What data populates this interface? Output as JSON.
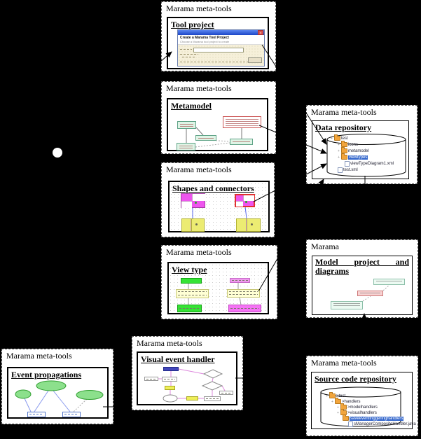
{
  "figure_background": "#000000",
  "colors": {
    "panel_bg": "#ffffff",
    "connector_line": "#000000",
    "selection_blue": "#3366cc",
    "entity_green_border": "#5fa387",
    "entity_red_border": "#cc5555",
    "shape_magenta": "#ee55ee",
    "shape_yellow": "#ecec72",
    "bar_green": "#35e335",
    "bar_magenta": "#f573f5",
    "ellipse_green": "#8ce08c",
    "flow_blue": "#4347bb",
    "flow_link_pink": "#dd88dd",
    "event_link_blue": "#8899ee",
    "dialog_titlebar": "#1c46c8",
    "folder_orange": "#f2a53c"
  },
  "icons": {
    "expander": "+",
    "close": "x"
  },
  "boxes": {
    "tool_project": {
      "app_label": "Marama meta-tools",
      "title": "Tool project",
      "dialog": {
        "heading": "Create a Marama Tool Project",
        "subheading": "Choose a Marama tool project to create"
      }
    },
    "metamodel": {
      "app_label": "Marama meta-tools",
      "title": "Metamodel"
    },
    "shapes_connectors": {
      "app_label": "Marama meta-tools",
      "title": "Shapes and connectors"
    },
    "view_type": {
      "app_label": "Marama meta-tools",
      "title": "View type"
    },
    "data_repository": {
      "app_label": "Marama meta-tools",
      "title": "Data repository",
      "tree": [
        "test",
        "icons",
        "metamodel",
        "viewtypes",
        "viewTypeDiagram1.xml",
        "test.xml"
      ],
      "selected_item": "viewtypes"
    },
    "model_project": {
      "app_label": "Marama",
      "title": "Model project and diagrams"
    },
    "event_propagations": {
      "app_label": "Marama meta-tools",
      "title": "Event propagations"
    },
    "visual_event_handler": {
      "app_label": "Marama meta-tools",
      "title": "Visual event handler"
    },
    "source_repository": {
      "app_label": "Marama meta-tools",
      "title": "Source code repository",
      "tree": [
        ">test",
        ">handlers",
        ">modelhandlers",
        ">visualhandlers",
        "saveeventtriggeringhandlers",
        "sManagerCompositeHandler.java"
      ],
      "selected_item": "saveeventtriggeringhandlers"
    }
  }
}
